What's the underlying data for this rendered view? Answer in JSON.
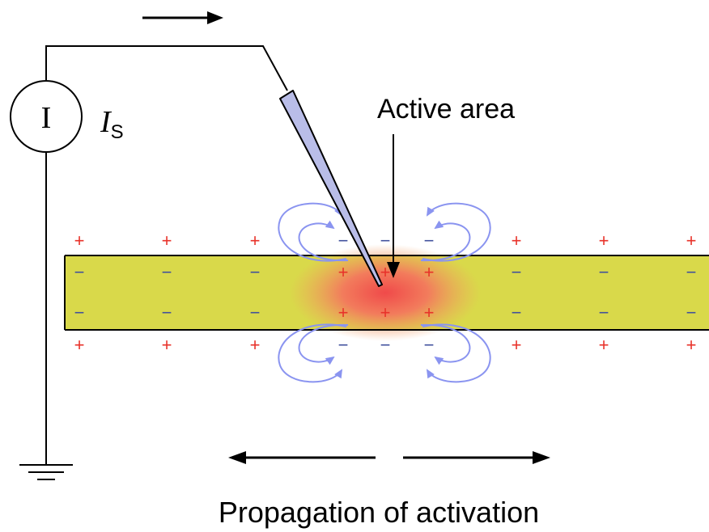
{
  "labels": {
    "active_area": "Active area",
    "propagation": "Propagation of activation",
    "source_symbol": "I",
    "current_main": "I",
    "current_sub": "S"
  },
  "charges": {
    "plus": "+",
    "minus": "−"
  },
  "colors": {
    "axon_fill": "#d9d94a",
    "active_center": "#f04848",
    "field_lines": "#8a94f0",
    "plus_sign": "#e8322a",
    "minus_sign": "#3f4f9c",
    "electrode": "#b9bde8"
  }
}
